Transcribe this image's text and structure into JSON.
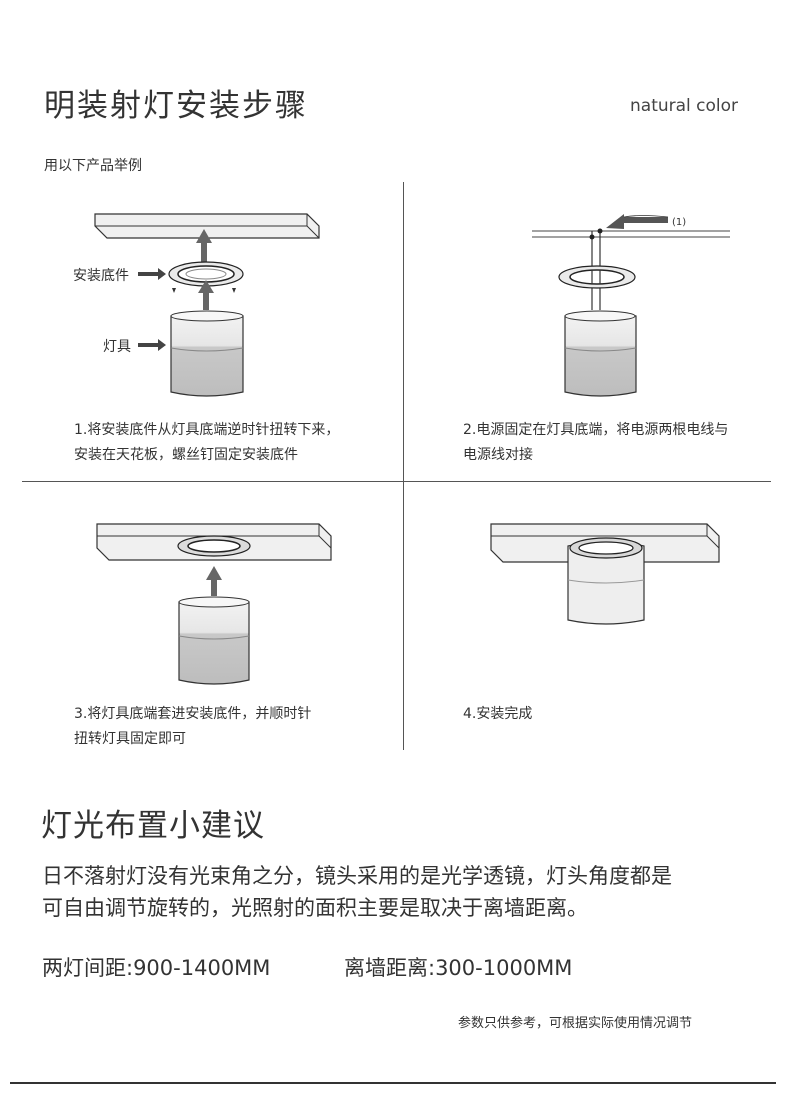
{
  "header": {
    "title": "明装射灯安装步骤",
    "brand": "natural color",
    "example_caption": "用以下产品举例"
  },
  "diagram_labels": {
    "base": "安装底件",
    "lamp": "灯具",
    "wire_marker": "(1)"
  },
  "steps": [
    {
      "lines": [
        "1.将安装底件从灯具底端逆时针扭转下来，",
        "安装在天花板，螺丝钉固定安装底件"
      ]
    },
    {
      "lines": [
        "2.电源固定在灯具底端，将电源两根电线与",
        "电源线对接"
      ]
    },
    {
      "lines": [
        "3.将灯具底端套进安装底件，并顺时针",
        "扭转灯具固定即可"
      ]
    },
    {
      "lines": [
        "4.安装完成"
      ]
    }
  ],
  "tips": {
    "heading": "灯光布置小建议",
    "paragraph": [
      "日不落射灯没有光束角之分，镜头采用的是光学透镜，灯头角度都是",
      "可自由调节旋转的，光照射的面积主要是取决于离墙距离。"
    ],
    "spacing_between_lamps": "两灯间距:900-1400MM",
    "distance_from_wall": "离墙距离:300-1000MM",
    "note": "参数只供参考，可根据实际使用情况调节"
  }
}
